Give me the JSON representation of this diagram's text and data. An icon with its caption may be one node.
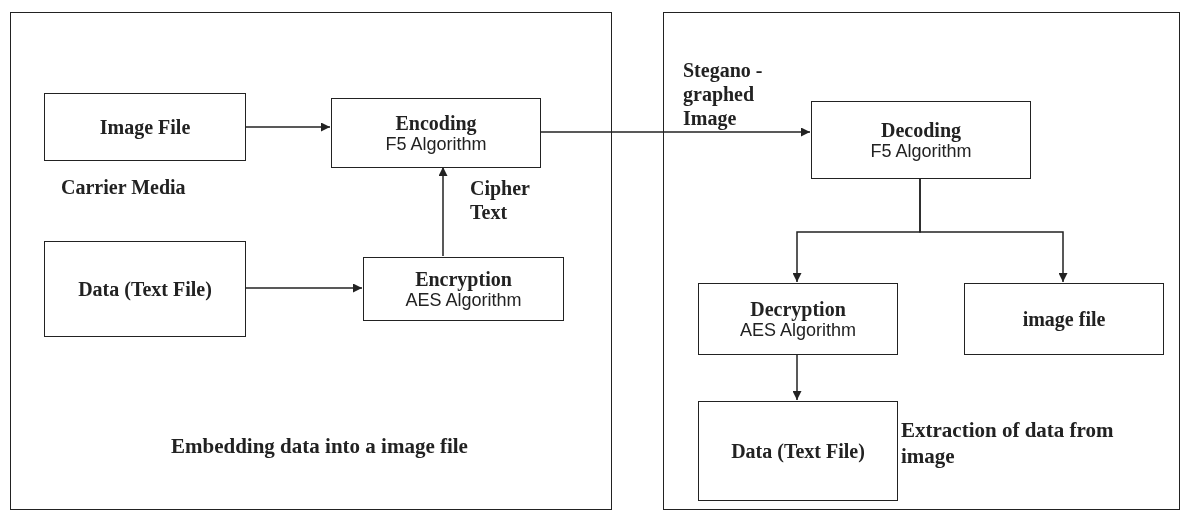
{
  "diagram": {
    "nodes": [
      {
        "text": [
          "Embedding data into a image file"
        ]
      },
      {
        "text": [
          "Image File"
        ],
        "in": 0,
        "beside": [
          "Carrier Media"
        ]
      },
      {
        "text": [
          "Encoding",
          "F5 Algorithm"
        ],
        "in": 0
      },
      {
        "text": [
          "Data (Text File)"
        ],
        "in": 0
      },
      {
        "text": [
          "Encryption",
          "AES Algorithm"
        ],
        "in": 0
      },
      {
        "text": [
          "Extraction of data from image"
        ]
      },
      {
        "text": [
          "Decoding",
          "F5 Algorithm"
        ],
        "in": 5
      },
      {
        "text": [
          "Decryption",
          "AES Algorithm"
        ],
        "in": 5
      },
      {
        "text": [
          "image file"
        ],
        "in": 5
      },
      {
        "text": [
          "Data (Text File)"
        ],
        "in": 5
      }
    ],
    "edges": [
      {
        "from": 1,
        "to": 2,
        "arrow": "to"
      },
      {
        "from": 3,
        "to": 4,
        "arrow": "to"
      },
      {
        "from": 4,
        "to": 2,
        "arrow": "to",
        "label": "Cipher Text"
      },
      {
        "from": 2,
        "to": 6,
        "arrow": "to",
        "label": "Stegano -graphed Image"
      },
      {
        "from": 6,
        "to": 7,
        "arrow": "to"
      },
      {
        "from": 6,
        "to": 8,
        "arrow": "to"
      },
      {
        "from": 7,
        "to": 9,
        "arrow": "to"
      }
    ]
  }
}
